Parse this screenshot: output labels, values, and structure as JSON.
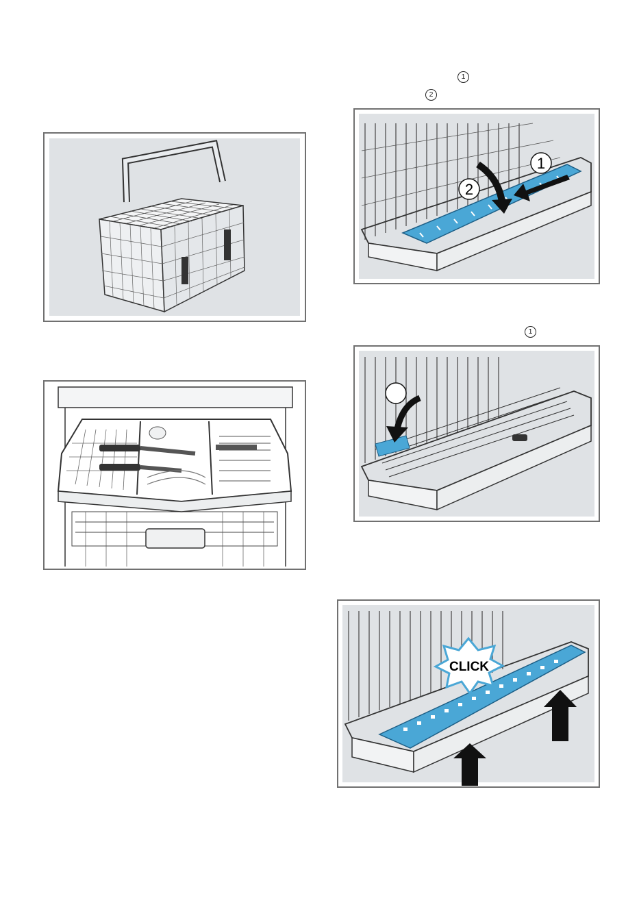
{
  "step_markers": {
    "upper_first": "1",
    "upper_second": "2",
    "middle": "1"
  },
  "figures": {
    "cutlery_basket": {
      "icon": "cutlery-basket-icon"
    },
    "cutlery_drawer": {
      "icon": "cutlery-drawer-icon"
    },
    "remove_rack_insert": {
      "icon": "rack-insert-icon",
      "callout_1": "1",
      "callout_2": "2"
    },
    "fold_rack_insert": {
      "icon": "fold-insert-icon"
    },
    "reinsert_rack": {
      "icon": "click-insert-icon",
      "click_label": "CLICK"
    }
  },
  "colors": {
    "panel_bg": "#dfe2e5",
    "insert_blue": "#4aa7d6",
    "frame": "#707070"
  }
}
